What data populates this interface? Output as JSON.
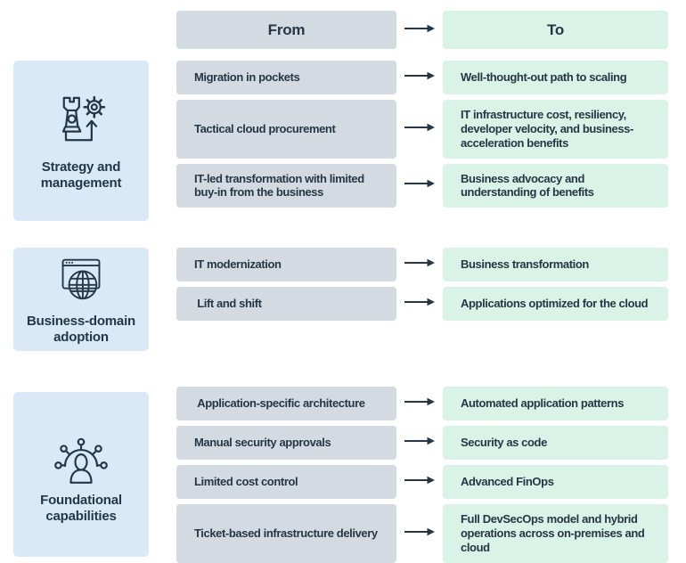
{
  "header": {
    "from_label": "From",
    "to_label": "To"
  },
  "colors": {
    "category_bg": "#D9E9F7",
    "from_bg": "#D3DAE1",
    "to_bg": "#D9F3E7",
    "text": "#253746"
  },
  "icons": {
    "arrow": "right-arrow-icon"
  },
  "sections": [
    {
      "category": "Strategy and management",
      "icon": "chess-gear-strategy-icon",
      "rows": [
        {
          "from": "Migration in pockets",
          "to": "Well-thought-out path to scaling"
        },
        {
          "from": "Tactical cloud procurement",
          "to": "IT infrastructure cost, resiliency, developer velocity, and business-acceleration benefits"
        },
        {
          "from": "IT-led transformation with limited buy-in from the business",
          "to": "Business advocacy and understanding of benefits"
        }
      ]
    },
    {
      "category": "Business-domain adoption",
      "icon": "browser-globe-icon",
      "rows": [
        {
          "from": "IT modernization",
          "to": "Business transformation"
        },
        {
          "from": " Lift and shift",
          "to": "Applications optimized for the cloud"
        }
      ]
    },
    {
      "category": "Foundational capabilities",
      "icon": "person-network-icon",
      "rows": [
        {
          "from": " Application-specific architecture",
          "to": "Automated application patterns"
        },
        {
          "from": "Manual security approvals",
          "to": "Security as code"
        },
        {
          "from": "Limited cost control",
          "to": "Advanced FinOps"
        },
        {
          "from": "Ticket-based infrastructure delivery",
          "to": "Full DevSecOps model and hybrid operations across on-premises and cloud"
        }
      ]
    }
  ]
}
